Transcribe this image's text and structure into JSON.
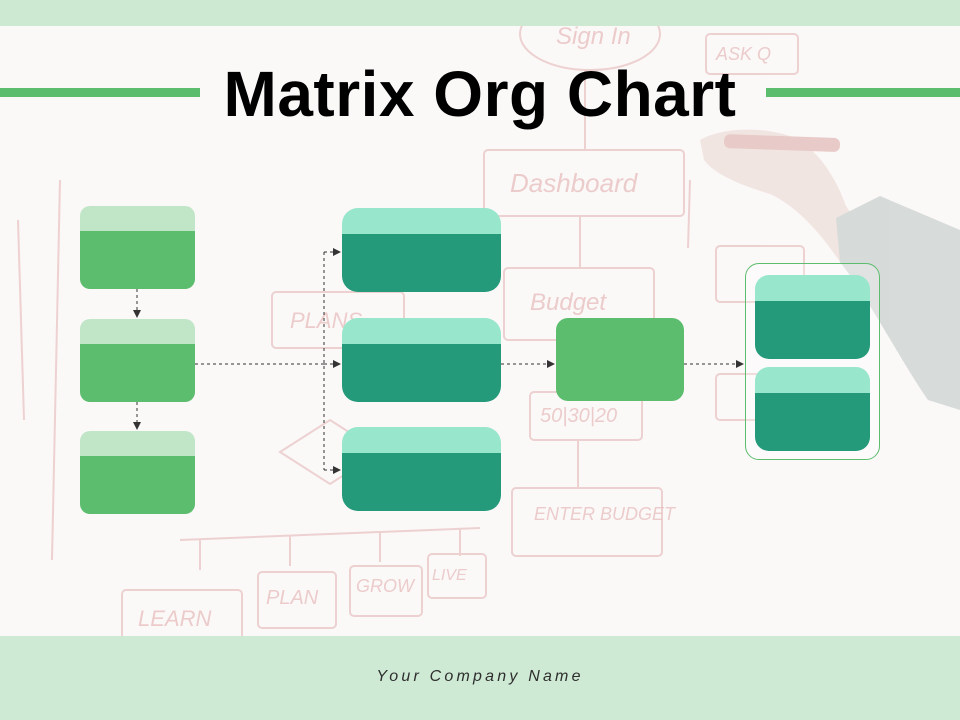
{
  "slide": {
    "title": "Matrix Org Chart",
    "footer": "Your Company Name"
  },
  "colors": {
    "accent_green": "#5cbd6e",
    "light_green": "#c0e6c7",
    "teal_dark": "#249a7b",
    "teal_light": "#98e6cc",
    "band_green": "#cfead4",
    "connector": "#333333"
  },
  "boxes": [
    {
      "id": "left-1",
      "style": "light-green-card"
    },
    {
      "id": "left-2",
      "style": "light-green-card"
    },
    {
      "id": "left-3",
      "style": "light-green-card"
    },
    {
      "id": "middle-1",
      "style": "teal-card"
    },
    {
      "id": "middle-2",
      "style": "teal-card"
    },
    {
      "id": "middle-3",
      "style": "teal-card"
    },
    {
      "id": "center-node",
      "style": "solid-green"
    },
    {
      "id": "right-1",
      "style": "teal-card"
    },
    {
      "id": "right-2",
      "style": "teal-card"
    }
  ],
  "connectors": [
    {
      "from": "left-1",
      "to": "left-2",
      "style": "dashed-arrow"
    },
    {
      "from": "left-2",
      "to": "left-3",
      "style": "dashed-arrow"
    },
    {
      "from": "left-2",
      "to": "middle-1",
      "style": "dashed-arrow"
    },
    {
      "from": "left-2",
      "to": "middle-2",
      "style": "dashed-arrow"
    },
    {
      "from": "left-2",
      "to": "middle-3",
      "style": "dashed-arrow"
    },
    {
      "from": "middle-2",
      "to": "center-node",
      "style": "dashed-arrow"
    },
    {
      "from": "center-node",
      "to": "right-group",
      "style": "dashed-arrow"
    }
  ],
  "background_sketch": {
    "words": [
      "Sign In",
      "ASK Q",
      "Dashboard",
      "Budget",
      "PLANS",
      "50|30|20",
      "ENTER BUDGET",
      "LEARN",
      "PLAN",
      "GROW",
      "LIVE"
    ]
  }
}
